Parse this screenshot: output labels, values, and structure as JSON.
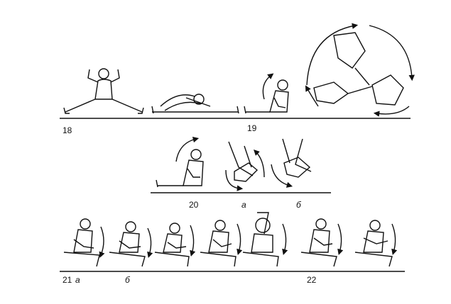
{
  "labels": {
    "fig18": "18",
    "fig19": "19",
    "fig20": "20",
    "fig20a": "а",
    "fig20b": "б",
    "fig21": "21",
    "fig21a": "а",
    "fig21b": "б",
    "fig22": "22"
  },
  "colors": {
    "ink": "#111111",
    "paper": "#ffffff"
  }
}
